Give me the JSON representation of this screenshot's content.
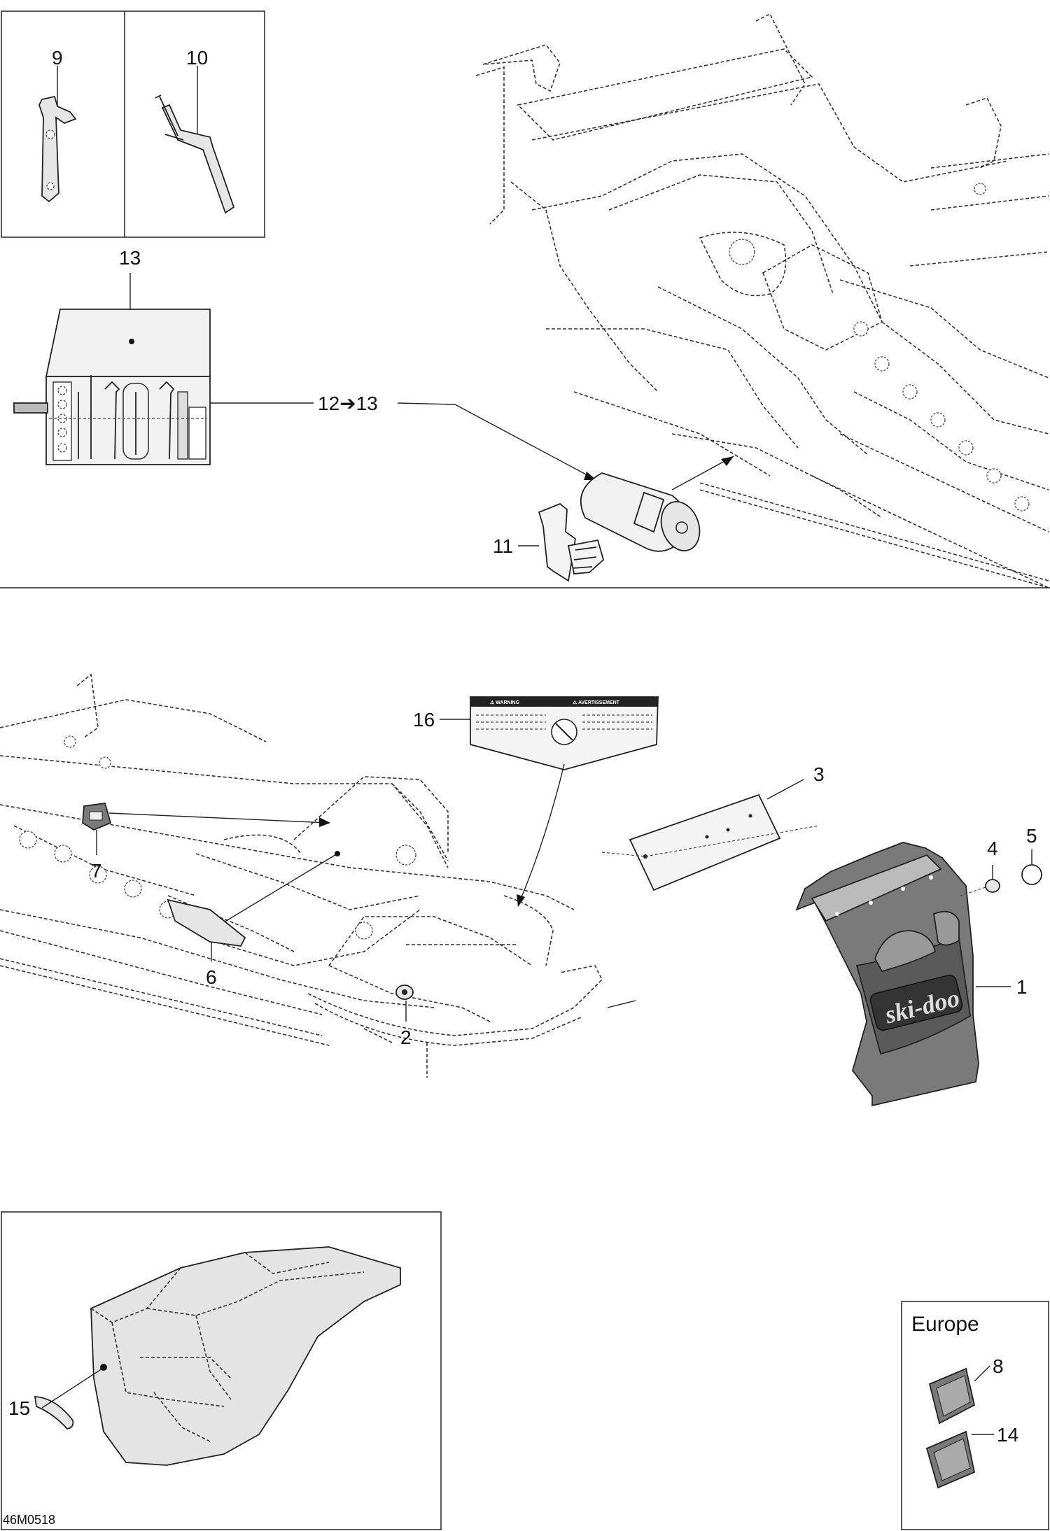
{
  "diagram": {
    "callouts": {
      "c9": "9",
      "c10": "10",
      "c13": "13",
      "c12to13": "12➔13",
      "c11": "11",
      "c16": "16",
      "c3": "3",
      "c4": "4",
      "c5": "5",
      "c1": "1",
      "c7": "7",
      "c6": "6",
      "c2": "2",
      "c15": "15",
      "c8": "8",
      "c14": "14"
    },
    "region_label": "Europe",
    "reference_code": "46M0518",
    "decal": {
      "left_heading": "⚠ WARNING",
      "right_heading": "⚠ AVERTISSEMENT"
    },
    "mudflap_logo": "ski-doo"
  }
}
